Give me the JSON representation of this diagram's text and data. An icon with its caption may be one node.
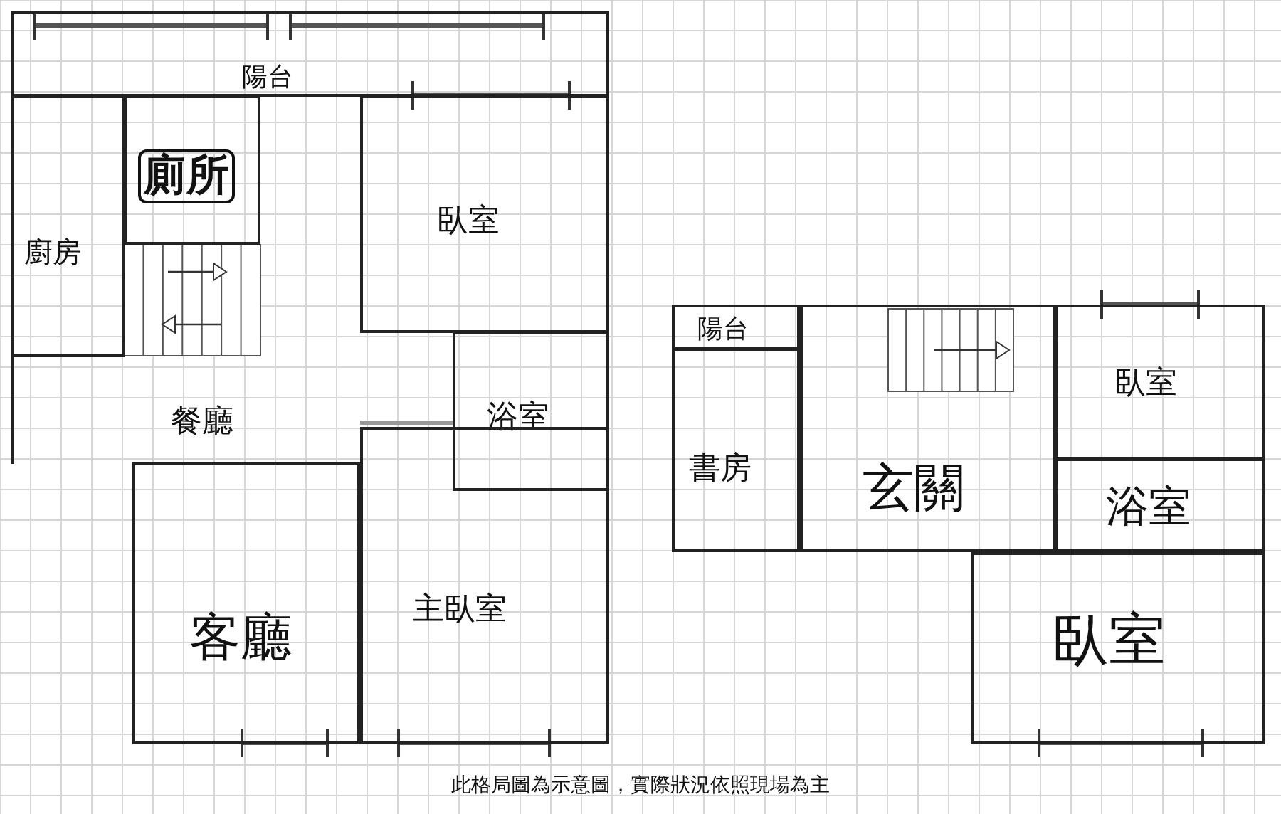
{
  "diagram": {
    "caption": "此格局圖為示意圖，實際狀況依照現場為主",
    "nodes": [
      {
        "text": [
          "陽台"
        ]
      },
      {
        "text": [
          "廁所"
        ]
      },
      {
        "text": [
          "廚房"
        ]
      },
      {
        "text": [
          "臥室"
        ]
      },
      {
        "text": [
          "餐廳"
        ]
      },
      {
        "text": [
          "浴室"
        ]
      },
      {
        "text": [
          "客廳"
        ]
      },
      {
        "text": [
          "主臥室"
        ]
      },
      {
        "text": [
          "陽台"
        ]
      },
      {
        "text": [
          "書房"
        ]
      },
      {
        "text": [
          "玄關"
        ]
      },
      {
        "text": [
          "臥室"
        ]
      },
      {
        "text": [
          "浴室"
        ]
      },
      {
        "text": [
          "臥室"
        ]
      }
    ]
  }
}
